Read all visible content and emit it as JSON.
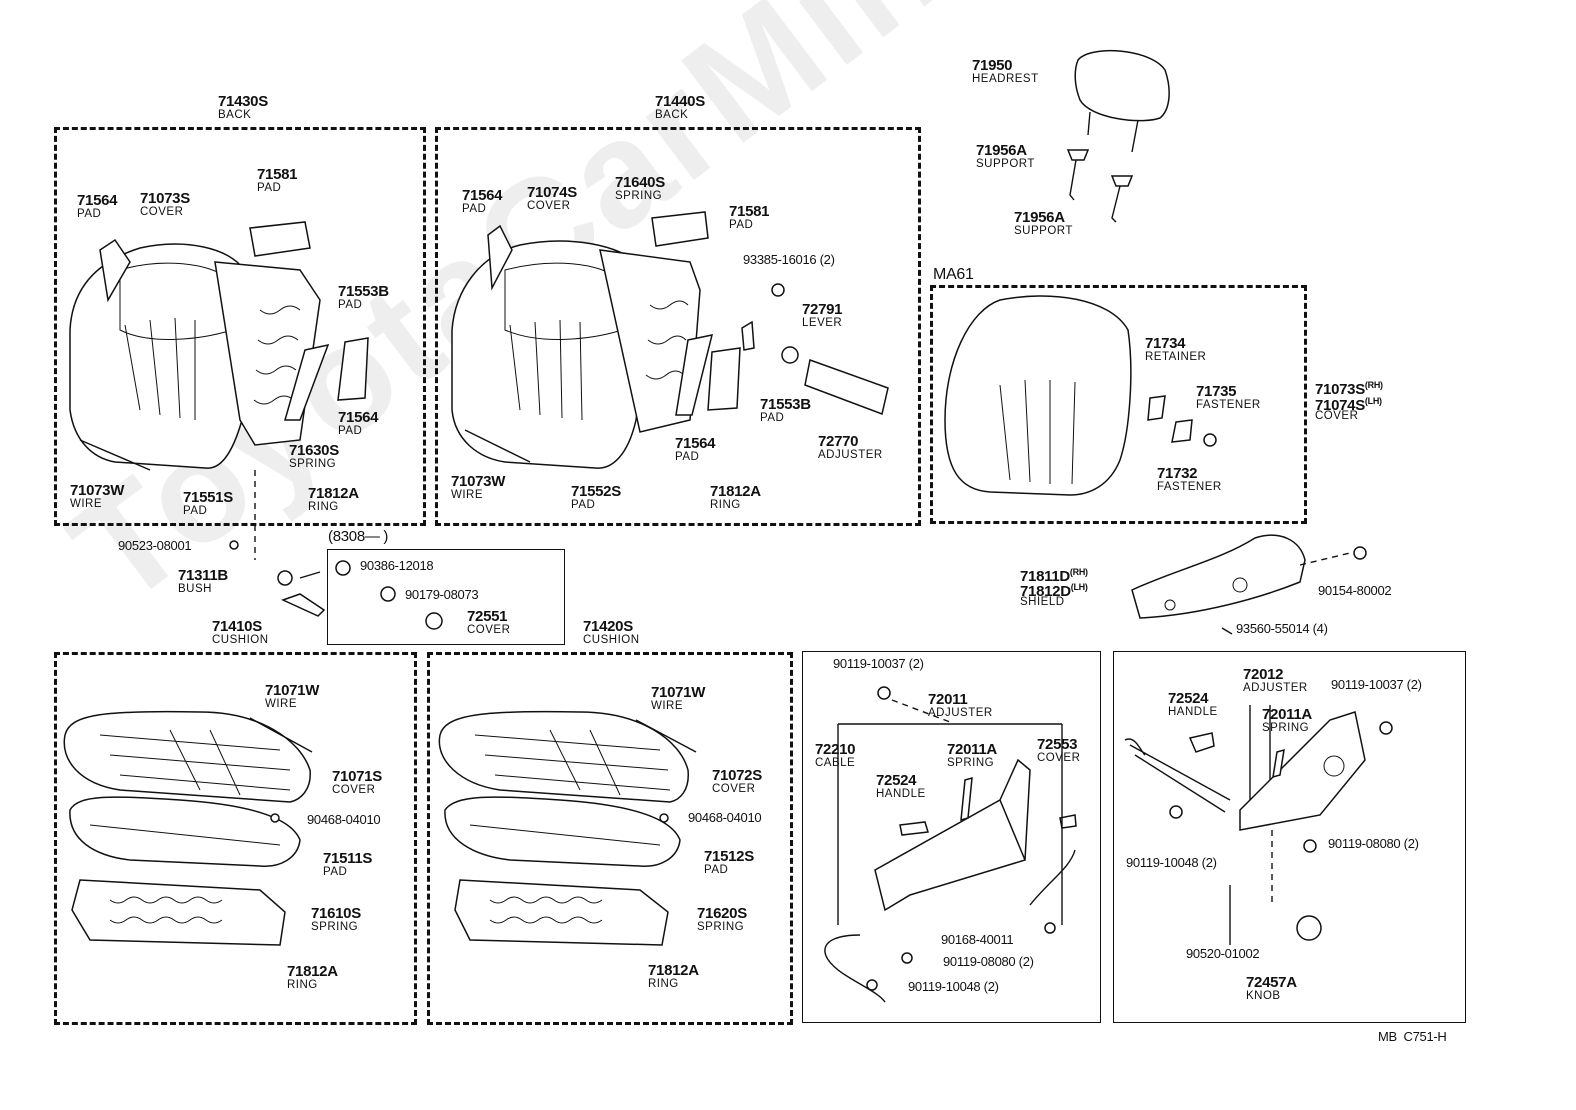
{
  "diagram_code": "MB  C751-H",
  "watermark": "ToyotaCarMine.ru",
  "groups": {
    "back_left": {
      "number": "71430S",
      "desc": "BACK"
    },
    "back_right": {
      "number": "71440S",
      "desc": "BACK"
    },
    "cushion_left": {
      "number": "71410S",
      "desc": "CUSHION"
    },
    "cushion_right": {
      "number": "71420S",
      "desc": "CUSHION"
    },
    "ma61": {
      "label": "MA61"
    },
    "inset_date": "(8308—        )"
  },
  "labels": [
    {
      "id": "bl-71564-pad",
      "number": "71564",
      "desc": "PAD"
    },
    {
      "id": "bl-71073s-cover",
      "number": "71073S",
      "desc": "COVER"
    },
    {
      "id": "bl-71581-pad",
      "number": "71581",
      "desc": "PAD"
    },
    {
      "id": "bl-71553b-pad",
      "number": "71553B",
      "desc": "PAD"
    },
    {
      "id": "bl-71564b-pad",
      "number": "71564",
      "desc": "PAD"
    },
    {
      "id": "bl-71630s-spring",
      "number": "71630S",
      "desc": "SPRING"
    },
    {
      "id": "bl-71073w-wire",
      "number": "71073W",
      "desc": "WIRE"
    },
    {
      "id": "bl-71551s-pad",
      "number": "71551S",
      "desc": "PAD"
    },
    {
      "id": "bl-71812a-ring",
      "number": "71812A",
      "desc": "RING"
    },
    {
      "id": "br-71564-pad",
      "number": "71564",
      "desc": "PAD"
    },
    {
      "id": "br-71074s-cover",
      "number": "71074S",
      "desc": "COVER"
    },
    {
      "id": "br-71640s-spring",
      "number": "71640S",
      "desc": "SPRING"
    },
    {
      "id": "br-71581-pad",
      "number": "71581",
      "desc": "PAD"
    },
    {
      "id": "br-93385",
      "number": "93385-16016 (2)",
      "desc": ""
    },
    {
      "id": "br-72791-lever",
      "number": "72791",
      "desc": "LEVER"
    },
    {
      "id": "br-71553b-pad",
      "number": "71553B",
      "desc": "PAD"
    },
    {
      "id": "br-71564b-pad",
      "number": "71564",
      "desc": "PAD"
    },
    {
      "id": "br-72770-adjuster",
      "number": "72770",
      "desc": "ADJUSTER"
    },
    {
      "id": "br-71073w-wire",
      "number": "71073W",
      "desc": "WIRE"
    },
    {
      "id": "br-71552s-pad",
      "number": "71552S",
      "desc": "PAD"
    },
    {
      "id": "br-71812a-ring",
      "number": "71812A",
      "desc": "RING"
    },
    {
      "id": "hr-71950-headrest",
      "number": "71950",
      "desc": "HEADREST"
    },
    {
      "id": "hr-71956a-support-a",
      "number": "71956A",
      "desc": "SUPPORT"
    },
    {
      "id": "hr-71956a-support-b",
      "number": "71956A",
      "desc": "SUPPORT"
    },
    {
      "id": "ma-71734-retainer",
      "number": "71734",
      "desc": "RETAINER"
    },
    {
      "id": "ma-71735-fastener",
      "number": "71735",
      "desc": "FASTENER"
    },
    {
      "id": "ma-71732-fastener",
      "number": "71732",
      "desc": "FASTENER"
    },
    {
      "id": "ma-71073s-cover",
      "number": "71073S",
      "sup": "(RH)",
      "number2": "71074S",
      "sup2": "(LH)",
      "desc": "COVER"
    },
    {
      "id": "sh-71811d-shield",
      "number": "71811D",
      "sup": "(RH)",
      "number2": "71812D",
      "sup2": "(LH)",
      "desc": "SHIELD"
    },
    {
      "id": "sh-90154",
      "number": "90154-80002",
      "desc": ""
    },
    {
      "id": "sh-93560",
      "number": "93560-55014 (4)",
      "desc": ""
    },
    {
      "id": "md-90523",
      "number": "90523-08001",
      "desc": ""
    },
    {
      "id": "md-71311b-bush",
      "number": "71311B",
      "desc": "BUSH"
    },
    {
      "id": "in-90386",
      "number": "90386-12018",
      "desc": ""
    },
    {
      "id": "in-90179",
      "number": "90179-08073",
      "desc": ""
    },
    {
      "id": "in-72551-cover",
      "number": "72551",
      "desc": "COVER"
    },
    {
      "id": "cl-71071w-wire",
      "number": "71071W",
      "desc": "WIRE"
    },
    {
      "id": "cl-71071s-cover",
      "number": "71071S",
      "desc": "COVER"
    },
    {
      "id": "cl-90468",
      "number": "90468-04010",
      "desc": ""
    },
    {
      "id": "cl-71511s-pad",
      "number": "71511S",
      "desc": "PAD"
    },
    {
      "id": "cl-71610s-spring",
      "number": "71610S",
      "desc": "SPRING"
    },
    {
      "id": "cl-71812a-ring",
      "number": "71812A",
      "desc": "RING"
    },
    {
      "id": "cr-71071w-wire",
      "number": "71071W",
      "desc": "WIRE"
    },
    {
      "id": "cr-71072s-cover",
      "number": "71072S",
      "desc": "COVER"
    },
    {
      "id": "cr-90468",
      "number": "90468-04010",
      "desc": ""
    },
    {
      "id": "cr-71512s-pad",
      "number": "71512S",
      "desc": "PAD"
    },
    {
      "id": "cr-71620s-spring",
      "number": "71620S",
      "desc": "SPRING"
    },
    {
      "id": "cr-71812a-ring",
      "number": "71812A",
      "desc": "RING"
    },
    {
      "id": "a1-90119-10037",
      "number": "90119-10037 (2)",
      "desc": ""
    },
    {
      "id": "a1-72011-adjuster",
      "number": "72011",
      "desc": "ADJUSTER"
    },
    {
      "id": "a1-72210-cable",
      "number": "72210",
      "desc": "CABLE"
    },
    {
      "id": "a1-72011a-spring",
      "number": "72011A",
      "desc": "SPRING"
    },
    {
      "id": "a1-72553-cover",
      "number": "72553",
      "desc": "COVER"
    },
    {
      "id": "a1-72524-handle",
      "number": "72524",
      "desc": "HANDLE"
    },
    {
      "id": "a1-90168",
      "number": "90168-40011",
      "desc": ""
    },
    {
      "id": "a1-90119-08080",
      "number": "90119-08080 (2)",
      "desc": ""
    },
    {
      "id": "a1-90119-10048",
      "number": "90119-10048 (2)",
      "desc": ""
    },
    {
      "id": "a2-72012-adjuster",
      "number": "72012",
      "desc": "ADJUSTER"
    },
    {
      "id": "a2-72524-handle",
      "number": "72524",
      "desc": "HANDLE"
    },
    {
      "id": "a2-72011a-spring",
      "number": "72011A",
      "desc": "SPRING"
    },
    {
      "id": "a2-90119-10037",
      "number": "90119-10037 (2)",
      "desc": ""
    },
    {
      "id": "a2-90119-08080",
      "number": "90119-08080 (2)",
      "desc": ""
    },
    {
      "id": "a2-90119-10048",
      "number": "90119-10048 (2)",
      "desc": ""
    },
    {
      "id": "a2-90520",
      "number": "90520-01002",
      "desc": ""
    },
    {
      "id": "a2-72457a-knob",
      "number": "72457A",
      "desc": "KNOB"
    }
  ]
}
